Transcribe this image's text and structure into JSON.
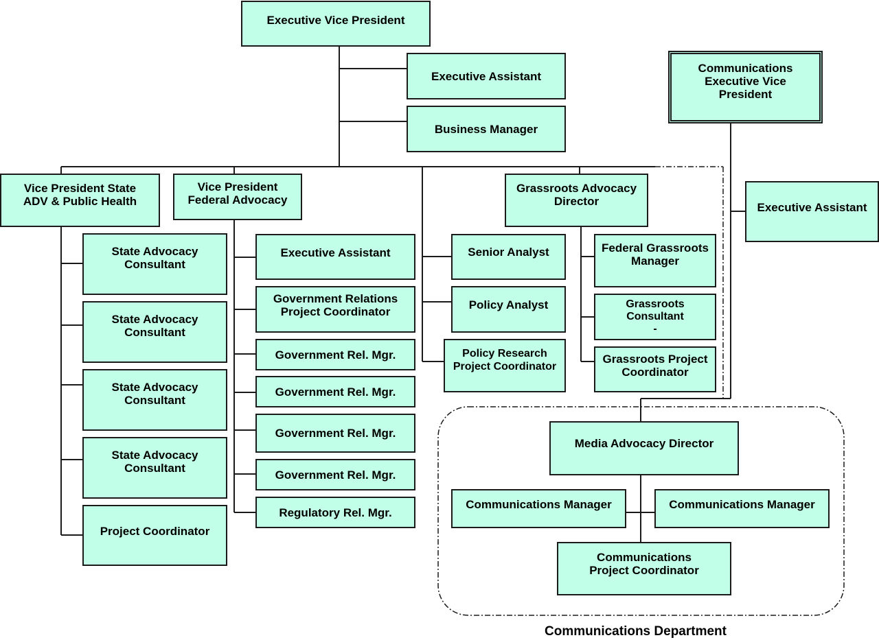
{
  "colors": {
    "box_fill": "#c2ffe8",
    "line": "#1a1a1a"
  },
  "nodes": {
    "evp": "Executive Vice President",
    "evp_assistant": "Executive Assistant",
    "business_manager": "Business Manager",
    "comm_evp": "Communications\nExecutive Vice\nPresident",
    "comm_assistant": "Executive Assistant",
    "vp_state": "Vice President State\nADV & Public Health",
    "vp_federal": "Vice President\nFederal Advocacy",
    "grassroots_director": "Grassroots Advocacy\nDirector",
    "state_consultant_1": "State Advocacy\nConsultant",
    "state_consultant_2": "State Advocacy\nConsultant",
    "state_consultant_3": "State Advocacy\nConsultant",
    "state_consultant_4": "State Advocacy\nConsultant",
    "state_project_coord": "Project Coordinator",
    "fed_exec_assistant": "Executive Assistant",
    "gov_rel_project_coord": "Government Relations\nProject Coordinator",
    "gov_rel_mgr_1": "Government Rel. Mgr.",
    "gov_rel_mgr_2": "Government Rel. Mgr.",
    "gov_rel_mgr_3": "Government Rel. Mgr.",
    "gov_rel_mgr_4": "Government Rel. Mgr.",
    "regulatory_mgr": "Regulatory Rel. Mgr.",
    "senior_analyst": "Senior Analyst",
    "policy_analyst": "Policy Analyst",
    "policy_research_coord": "Policy Research\nProject Coordinator",
    "fed_grassroots_mgr": "Federal Grassroots\nManager",
    "grassroots_consultant": "Grassroots\nConsultant\n-",
    "grassroots_project_coord": "Grassroots Project\nCoordinator",
    "media_director": "Media Advocacy Director",
    "comm_manager_1": "Communications Manager",
    "comm_manager_2": "Communications Manager",
    "comm_project_coord": "Communications\nProject Coordinator"
  },
  "communications_department_label": "Communications Department"
}
